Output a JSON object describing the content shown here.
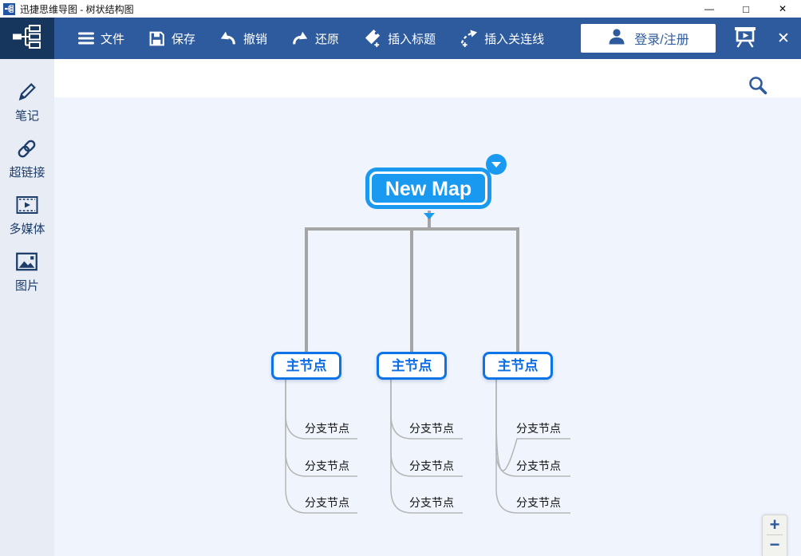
{
  "window": {
    "title": "迅捷思维导图 - 树状结构图",
    "controls": {
      "minimize": "—",
      "maximize": "□",
      "close": "✕"
    }
  },
  "toolbar": {
    "file": "文件",
    "save": "保存",
    "undo": "撤销",
    "redo": "还原",
    "insert_title": "插入标题",
    "insert_connection": "插入关连线",
    "login": "登录/注册",
    "close": "✕"
  },
  "sidebar": {
    "notes": "笔记",
    "hyperlink": "超链接",
    "multimedia": "多媒体",
    "image": "图片"
  },
  "canvas": {
    "root": {
      "label": "New Map"
    },
    "main_nodes": [
      {
        "label": "主节点",
        "branches": [
          "分支节点",
          "分支节点",
          "分支节点"
        ]
      },
      {
        "label": "主节点",
        "branches": [
          "分支节点",
          "分支节点",
          "分支节点"
        ]
      },
      {
        "label": "主节点",
        "branches": [
          "分支节点",
          "分支节点",
          "分支节点"
        ]
      }
    ],
    "zoom": {
      "in": "+",
      "out": "−"
    }
  },
  "colors": {
    "toolbar": "#2e5b9d",
    "logo_bg": "#16365e",
    "sidebar_bg": "#e8ecf4",
    "canvas_bg": "#f0f4fc",
    "root_node": "#1a99f0",
    "node_border": "#0d74e8",
    "connector_thick": "#a5a5a5",
    "connector_thin": "#b6b6b6"
  }
}
